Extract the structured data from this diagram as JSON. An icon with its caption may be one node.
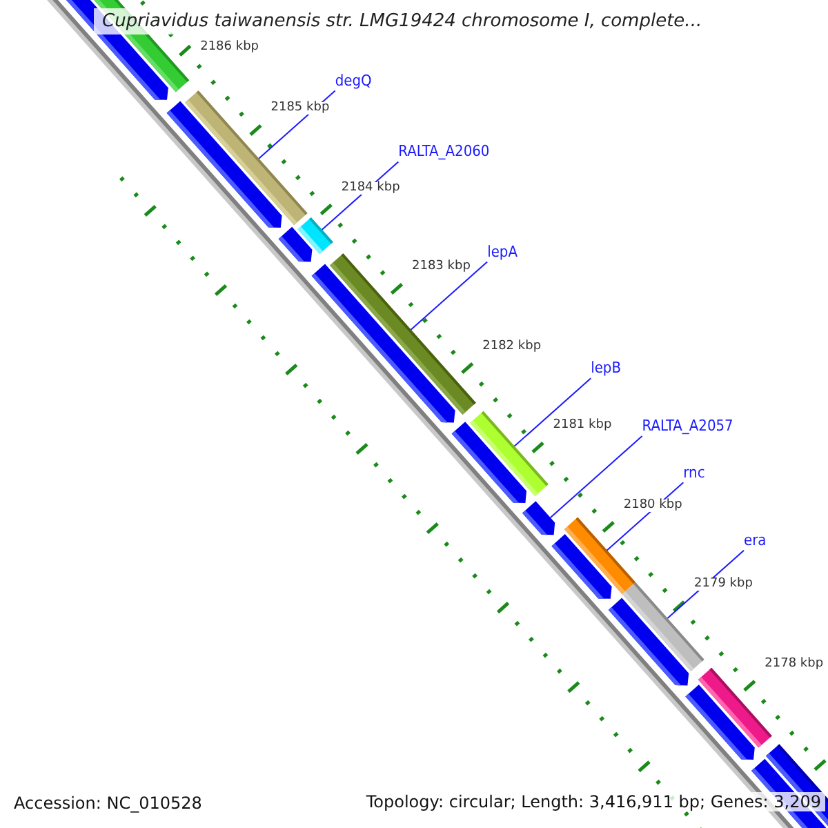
{
  "diagram": {
    "title": "Cupriavidus taiwanensis str. LMG19424 chromosome I, complete...",
    "nodes": [
      {
        "text": [
          "degQ"
        ]
      },
      {
        "text": [
          "RALTA_A2060"
        ]
      },
      {
        "text": [
          "lepA"
        ]
      },
      {
        "text": [
          "lepB"
        ]
      },
      {
        "text": [
          "RALTA_A2057"
        ]
      },
      {
        "text": [
          "rnc"
        ]
      },
      {
        "text": [
          "era"
        ]
      },
      {
        "text": [],
        "shape": "bar"
      },
      {
        "text": [],
        "shape": "bar"
      },
      {
        "text": [],
        "shape": "bar"
      },
      {
        "text": [],
        "shape": "bar"
      },
      {
        "text": [],
        "shape": "bar"
      },
      {
        "text": [],
        "shape": "bar"
      },
      {
        "text": [],
        "shape": "bar"
      }
    ],
    "edges": [
      {
        "from": 0,
        "to": 7,
        "arrow": "none"
      },
      {
        "from": 1,
        "to": 8,
        "arrow": "none"
      },
      {
        "from": 2,
        "to": 9,
        "arrow": "none"
      },
      {
        "from": 3,
        "to": 10,
        "arrow": "none"
      },
      {
        "from": 4,
        "to": 11,
        "arrow": "none"
      },
      {
        "from": 5,
        "to": 12,
        "arrow": "none"
      },
      {
        "from": 6,
        "to": 13,
        "arrow": "none"
      }
    ],
    "labels": [
      "2186 kbp",
      "2185 kbp",
      "2184 kbp",
      "2183 kbp",
      "2182 kbp",
      "2181 kbp",
      "2180 kbp",
      "2179 kbp",
      "2178 kbp",
      "Accession: NC_010528",
      "Topology: circular; Length: 3,416,911 bp; Genes: 3,209"
    ]
  }
}
